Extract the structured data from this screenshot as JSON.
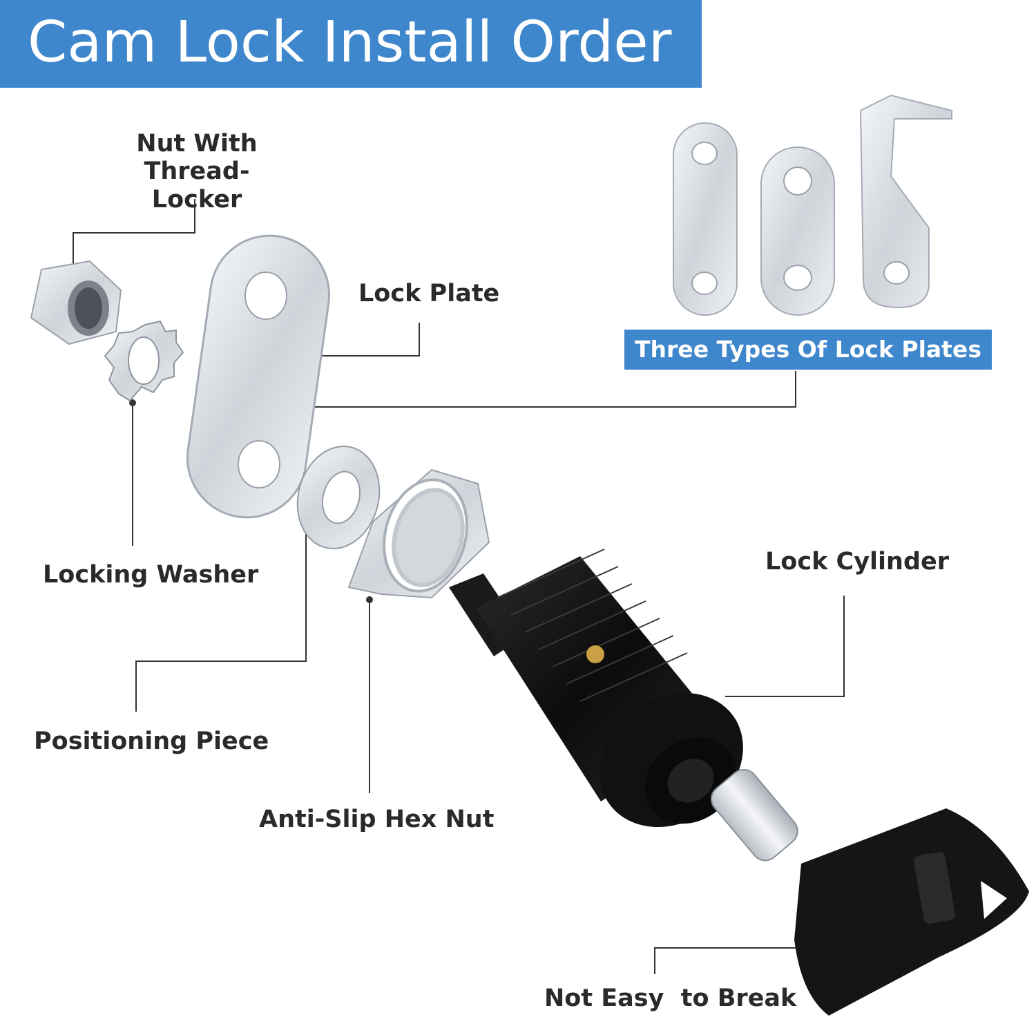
{
  "title": "Cam Lock Install Order",
  "labels": {
    "nut": "Nut With\nThread-Locker",
    "lock_plate": "Lock Plate",
    "locking_washer": "Locking Washer",
    "positioning_piece": "Positioning Piece",
    "hex_nut": "Anti-Slip Hex Nut",
    "lock_cylinder": "Lock Cylinder",
    "key": "Not Easy  to Break",
    "plates_tag": "Three Types Of Lock Plates"
  },
  "colors": {
    "banner": "#3f87cd",
    "text": "#2a2a2a",
    "metal": "#d9dde2",
    "black_part": "#141414"
  },
  "icons": [
    "lock-nut-icon",
    "star-washer-icon",
    "lock-plate-icon",
    "positioning-piece-icon",
    "hex-nut-icon",
    "lock-cylinder-icon",
    "key-icon",
    "straight-plate-icon",
    "angled-hook-plate-icon"
  ]
}
